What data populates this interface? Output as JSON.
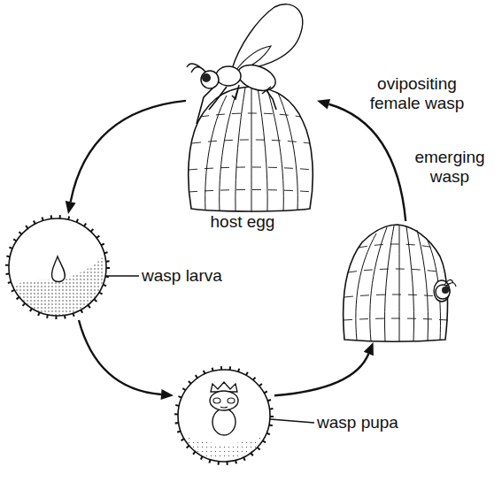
{
  "diagram": {
    "nodes": [
      {
        "text": [
          "ovipositing female wasp",
          "host egg"
        ]
      },
      {
        "text": [
          "wasp larva"
        ]
      },
      {
        "text": [
          "wasp pupa"
        ]
      },
      {
        "text": [
          "emerging wasp"
        ]
      }
    ],
    "edges": [
      {
        "from": 0,
        "to": 1,
        "arrow": "to"
      },
      {
        "from": 1,
        "to": 2,
        "arrow": "to"
      },
      {
        "from": 2,
        "to": 3,
        "arrow": "to"
      },
      {
        "from": 3,
        "to": 0,
        "arrow": "to"
      }
    ]
  }
}
